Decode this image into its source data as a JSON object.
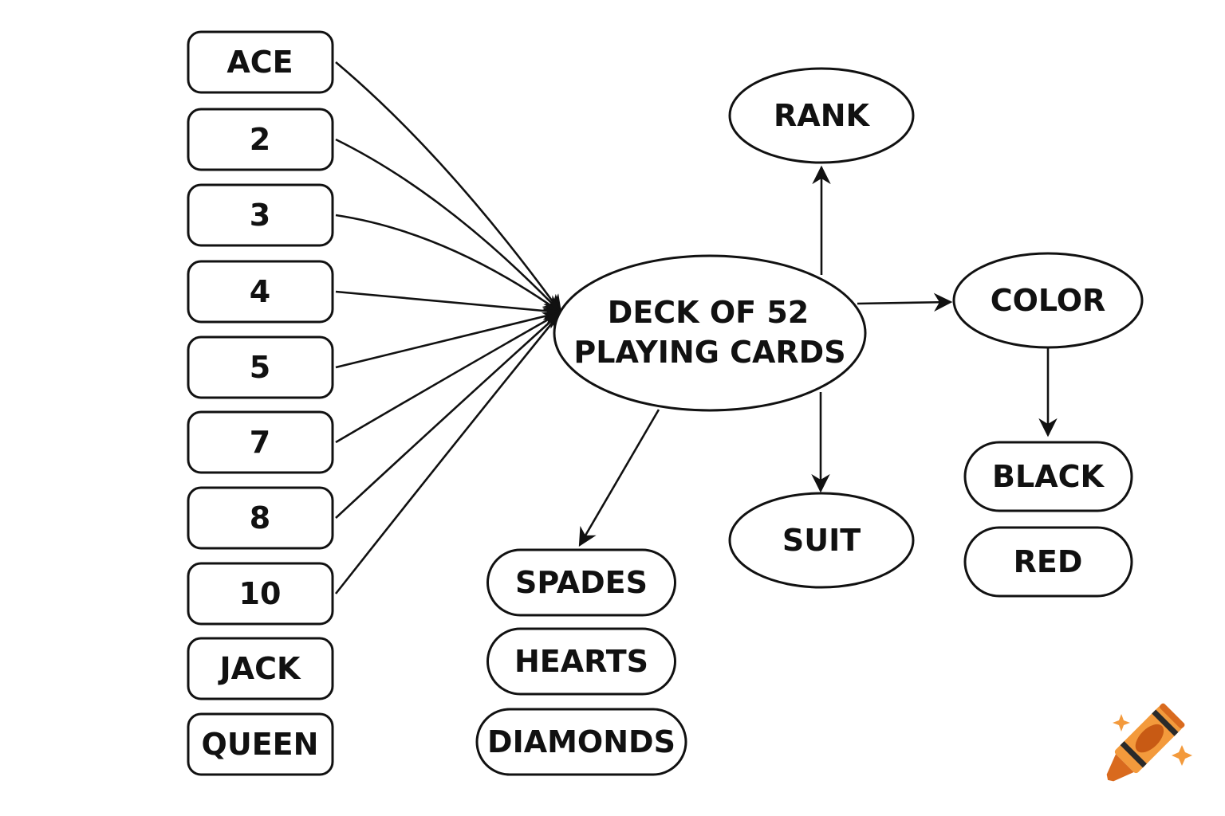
{
  "diagram": {
    "center": {
      "label_line1": "DECK OF 52",
      "label_line2": "PLAYING CARDS"
    },
    "ranks": [
      "ACE",
      "2",
      "3",
      "4",
      "5",
      "7",
      "8",
      "10",
      "JACK",
      "QUEEN"
    ],
    "attributes": {
      "rank": "RANK",
      "color": "COLOR",
      "suit": "SUIT"
    },
    "colors": [
      "BLACK",
      "RED"
    ],
    "suits": [
      "SPADES",
      "HEARTS",
      "DIAMONDS"
    ]
  },
  "logo": {
    "icon": "crayon-icon",
    "accent": "#E8822A",
    "dark": "#C85A14"
  }
}
